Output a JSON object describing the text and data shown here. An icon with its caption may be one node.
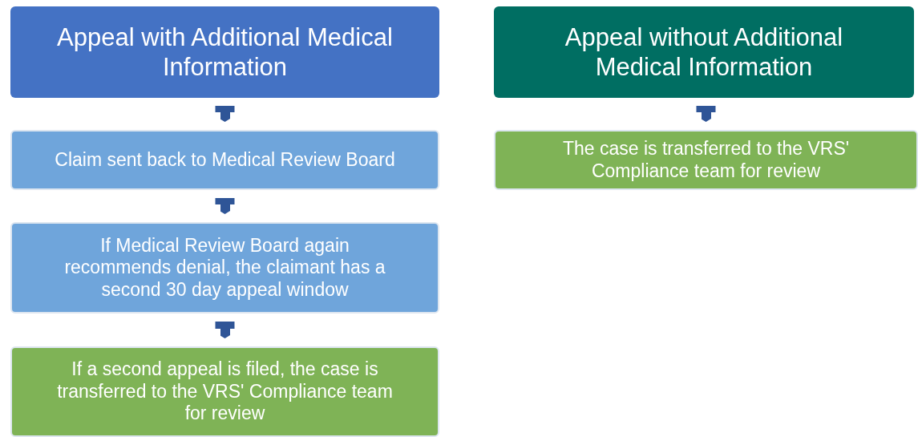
{
  "diagram": {
    "nodes": [
      {
        "text": [
          "Appeal with Additional Medical Information"
        ]
      },
      {
        "text": [
          "Claim sent back to Medical Review Board"
        ]
      },
      {
        "text": [
          "If Medical Review Board again recommends denial, the claimant has a second 30 day appeal window"
        ]
      },
      {
        "text": [
          "If a second appeal is filed, the case is transferred to the VRS' Compliance team for review"
        ]
      },
      {
        "text": [
          "Appeal without Additional Medical Information"
        ]
      },
      {
        "text": [
          "The case is transferred to the VRS' Compliance team for review"
        ]
      }
    ],
    "edges": [
      {
        "from": 0,
        "to": 1,
        "arrow": "to"
      },
      {
        "from": 1,
        "to": 2,
        "arrow": "to"
      },
      {
        "from": 2,
        "to": 3,
        "arrow": "to"
      },
      {
        "from": 4,
        "to": 5,
        "arrow": "to"
      }
    ]
  }
}
